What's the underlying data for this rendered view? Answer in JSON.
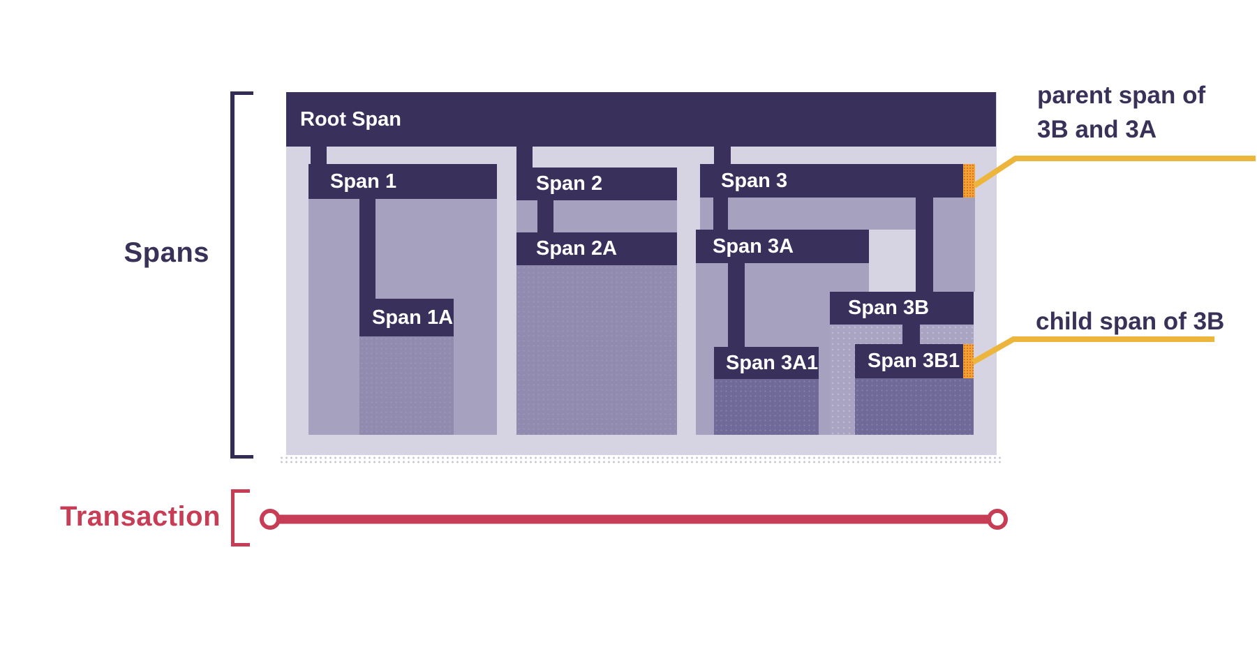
{
  "labels": {
    "spans": "Spans",
    "transaction": "Transaction"
  },
  "spans": {
    "root": {
      "label": "Root Span"
    },
    "span1": {
      "label": "Span 1"
    },
    "span1a": {
      "label": "Span 1A"
    },
    "span2": {
      "label": "Span 2"
    },
    "span2a": {
      "label": "Span 2A"
    },
    "span3": {
      "label": "Span 3"
    },
    "span3a": {
      "label": "Span 3A"
    },
    "span3a1": {
      "label": "Span 3A1"
    },
    "span3b": {
      "label": "Span 3B"
    },
    "span3b1": {
      "label": "Span 3B1"
    }
  },
  "annotations": {
    "parent": {
      "line1": "parent span of",
      "line2": "3B and 3A"
    },
    "child": {
      "text": "child span of 3B"
    }
  },
  "colors": {
    "span_bar": "#3A305C",
    "container": "#D6D3E2",
    "fill_light": "#A6A1BF",
    "fill_mid": "#908BAF",
    "fill_dark": "#6F6A97",
    "fill_3b": "#A9A4C2",
    "marker_orange": "#F2A434",
    "annotation_yellow": "#ECB63D",
    "transaction_red": "#C63D55",
    "label_purple": "#3A3158"
  }
}
